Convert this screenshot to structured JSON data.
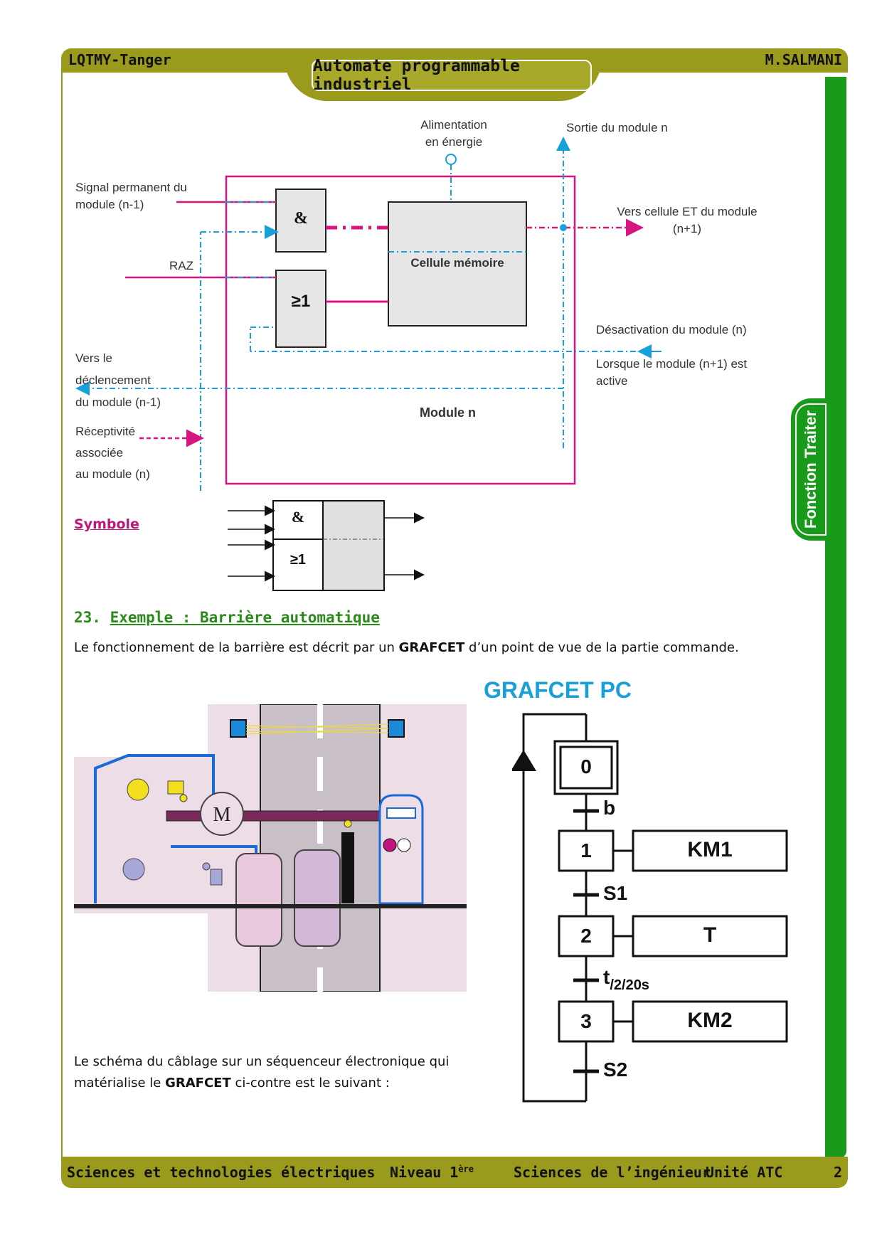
{
  "header": {
    "left": "LQTMY-Tanger",
    "title": "Automate programmable industriel",
    "right": "M.SALMANI"
  },
  "side_tab": "Fonction Traiter",
  "module_diagram": {
    "alimentation_line1": "Alimentation",
    "alimentation_line2": "en énergie",
    "sortie": "Sortie du module n",
    "signal_line1": "Signal permanent du",
    "signal_line2": "module (n-1)",
    "raz": "RAZ",
    "and_gate": "&",
    "or_gate": "≥1",
    "cellule": "Cellule mémoire",
    "vers_et_line1": "Vers cellule ET du module",
    "vers_et_line2": "(n+1)",
    "desactivation": "Désactivation du module (n)",
    "lorsque_line1": "Lorsque le module (n+1) est",
    "lorsque_line2": "active",
    "vers_le_line1": "Vers le",
    "vers_le_line2": "déclencement",
    "vers_le_line3": "du module (n-1)",
    "receptivite_line1": "Réceptivité",
    "receptivite_line2": "associée",
    "receptivite_line3": "au module (n)",
    "module_label": "Module n"
  },
  "symbole": {
    "label": "Symbole",
    "and_gate": "&",
    "or_gate": "≥1"
  },
  "section": {
    "number": "23.",
    "title": "Exemple : Barrière automatique"
  },
  "intro": {
    "before": "Le fonctionnement de la barrière est décrit par un ",
    "bold": "GRAFCET",
    "after": " d’un point de vue de la partie commande."
  },
  "barrier_illustration": {
    "motor_label": "M"
  },
  "grafcet": {
    "title": "GRAFCET PC",
    "steps": [
      {
        "num": "0",
        "action": ""
      },
      {
        "num": "1",
        "action": "KM1"
      },
      {
        "num": "2",
        "action": "T"
      },
      {
        "num": "3",
        "action": "KM2"
      }
    ],
    "transitions": [
      {
        "label": "b",
        "sub": ""
      },
      {
        "label": "S1",
        "sub": ""
      },
      {
        "label": "t",
        "sub": "/2/20s"
      },
      {
        "label": "S2",
        "sub": ""
      }
    ]
  },
  "wiring": {
    "line1": "Le schéma du câblage sur un séquenceur électronique qui",
    "line2_before": "matérialise le ",
    "line2_bold": "GRAFCET",
    "line2_after": " ci-contre est le suivant :"
  },
  "footer": {
    "left": "Sciences et technologies électriques",
    "level": "Niveau 1",
    "level_sup": "ère",
    "subject": "Sciences de l’ingénieur",
    "unit": "Unité ATC",
    "page": "2"
  },
  "colors": {
    "olive": "#9a9a1c",
    "green": "#1a9a1a",
    "magenta": "#d6157e",
    "cyan": "#1aa0d8",
    "section_green": "#2a8a1a"
  }
}
